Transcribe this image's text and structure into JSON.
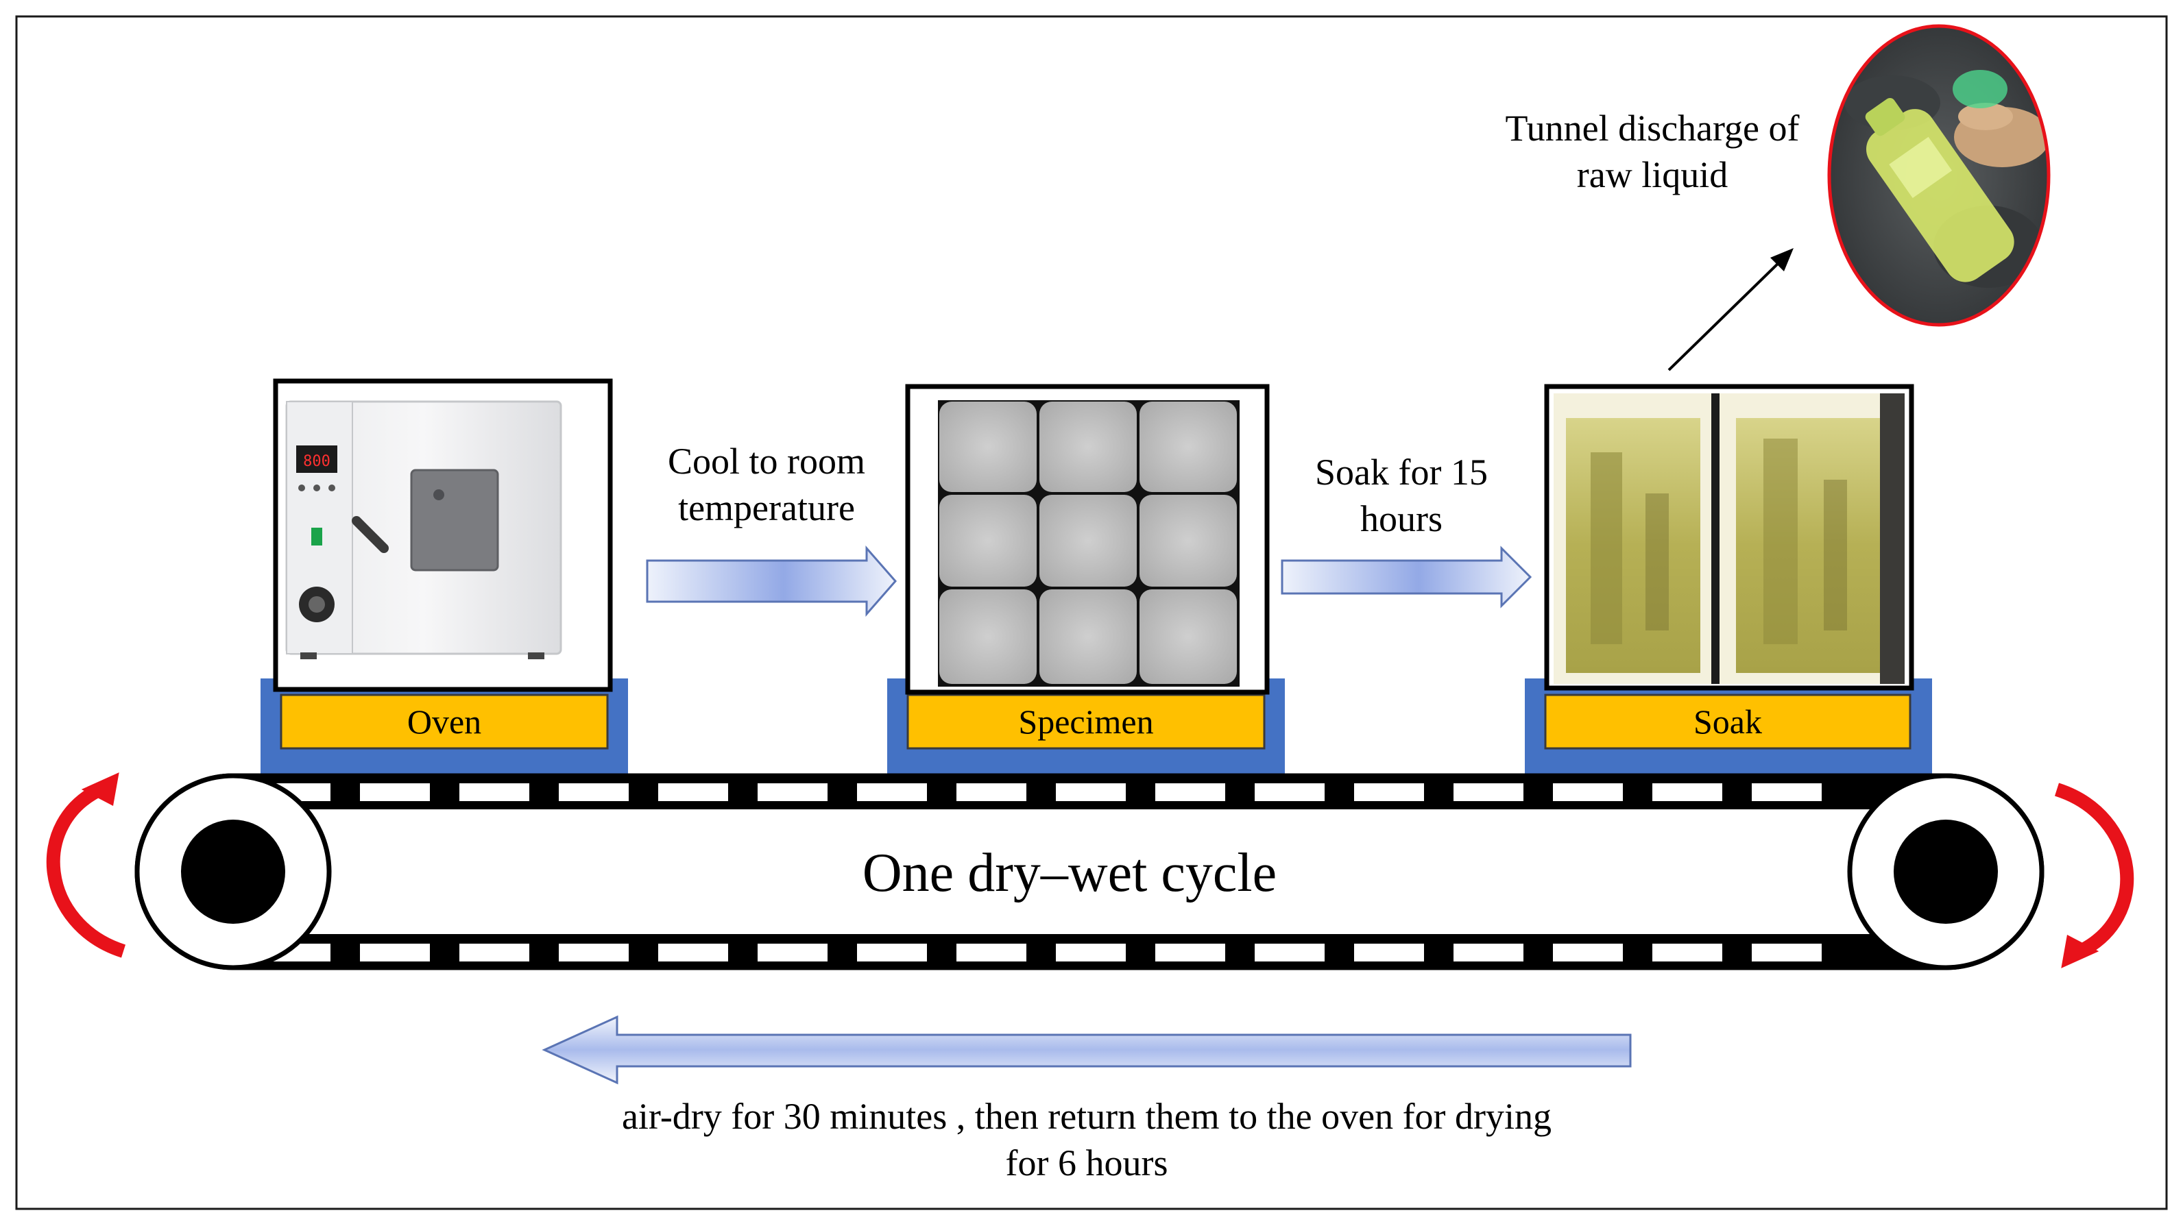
{
  "stations": {
    "oven": {
      "label": "Oven"
    },
    "specimen": {
      "label": "Specimen"
    },
    "soak": {
      "label": "Soak"
    }
  },
  "steps": {
    "cool": {
      "line1": "Cool to room",
      "line2": "temperature"
    },
    "soak": {
      "line1": "Soak for 15",
      "line2": "hours"
    },
    "return": {
      "line1": "air-dry for 30 minutes , then return them to the oven for drying",
      "line2": "for 6 hours"
    }
  },
  "conveyor": {
    "label": "One dry–wet cycle"
  },
  "discharge": {
    "line1": "Tunnel discharge of",
    "line2": "raw liquid"
  },
  "colors": {
    "base_blue": "#4472c4",
    "label_gold": "#ffc000",
    "arrow_fill_light": "#e6ecfa",
    "arrow_fill_mid": "#9cb0e8",
    "arrow_stroke": "#5a74b4",
    "rotation_red": "#e8121a"
  },
  "icons": {
    "oven": "oven-photo",
    "specimen": "concrete-cube-photo",
    "soak": "soaking-tank-photo",
    "discharge": "liquid-bottle-photo"
  }
}
